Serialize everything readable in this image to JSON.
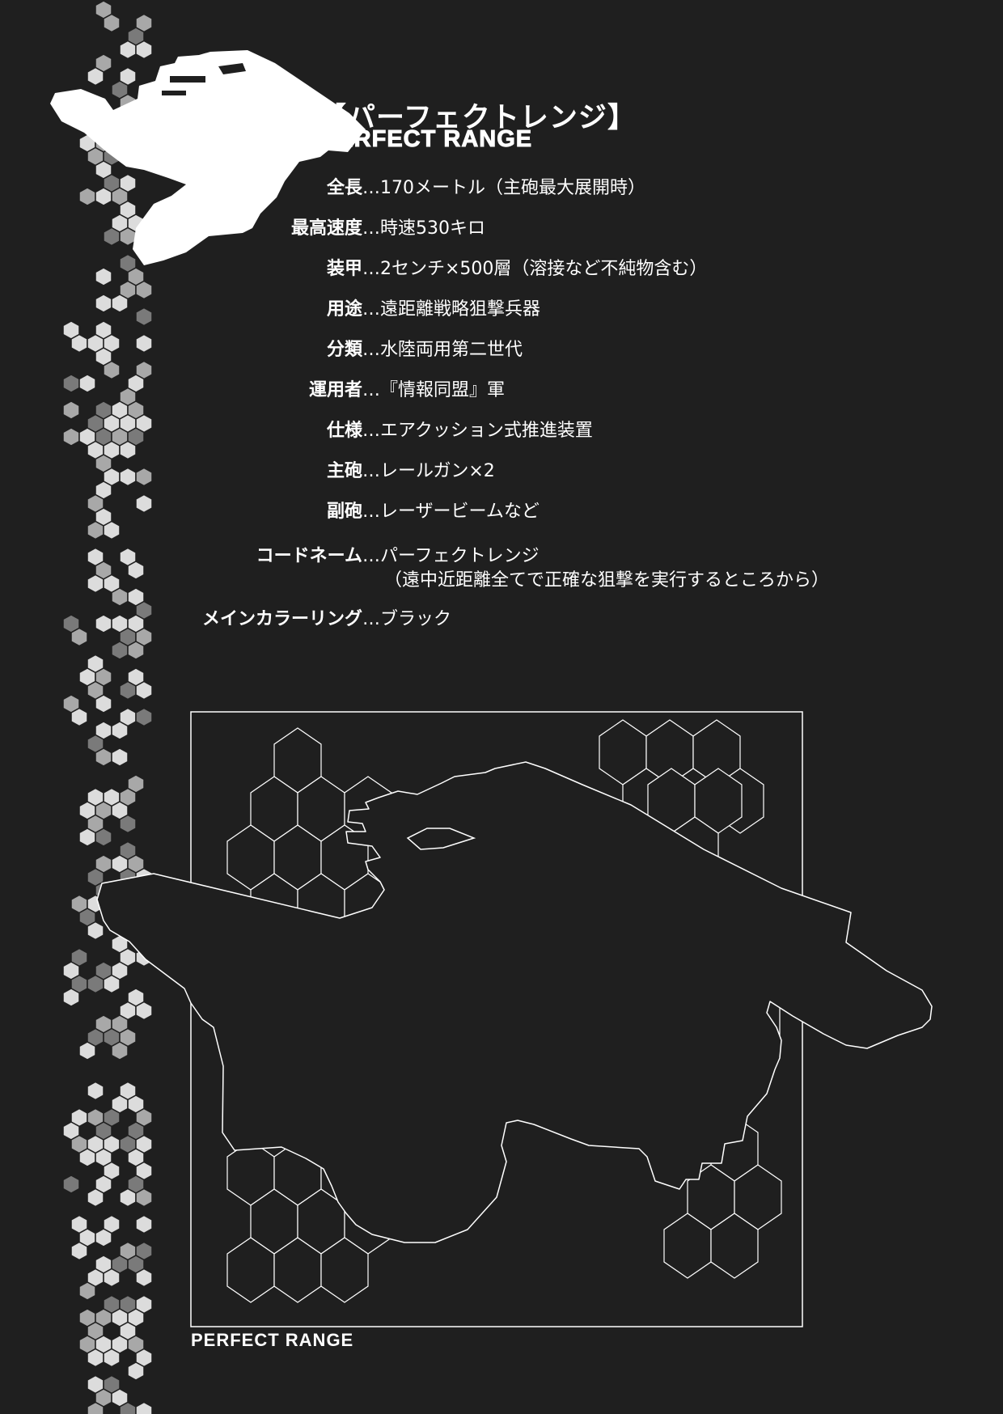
{
  "header": {
    "title_jp": "【パーフェクトレンジ】",
    "title_en": "PERFECT RANGE"
  },
  "specs": [
    {
      "label": "全長",
      "sep": "…",
      "value": "170メートル（主砲最大展開時）"
    },
    {
      "label": "最高速度",
      "sep": "…",
      "value": "時速530キロ"
    },
    {
      "label": "装甲",
      "sep": "…",
      "value": "2センチ×500層（溶接など不純物含む）"
    },
    {
      "label": "用途",
      "sep": "…",
      "value": "遠距離戦略狙撃兵器"
    },
    {
      "label": "分類",
      "sep": "…",
      "value": "水陸両用第二世代"
    },
    {
      "label": "運用者",
      "sep": "…",
      "value": "『情報同盟』軍"
    },
    {
      "label": "仕様",
      "sep": "…",
      "value": "エアクッション式推進装置"
    },
    {
      "label": "主砲",
      "sep": "…",
      "value": "レールガン×2"
    },
    {
      "label": "副砲",
      "sep": "…",
      "value": "レーザービームなど"
    },
    {
      "label": "コードネーム",
      "sep": "…",
      "value": "パーフェクトレンジ",
      "note": "（遠中近距離全てで正確な狙撃を実行するところから）"
    },
    {
      "label": "メインカラーリング",
      "sep": "…",
      "value": "ブラック"
    }
  ],
  "figure": {
    "caption": "PERFECT RANGE"
  },
  "colors": {
    "background": "#1f1f1f",
    "foreground": "#ffffff",
    "hex_light": "#dcdcdc",
    "hex_mid": "#a8a8a8",
    "hex_dark": "#7a7a7a"
  }
}
